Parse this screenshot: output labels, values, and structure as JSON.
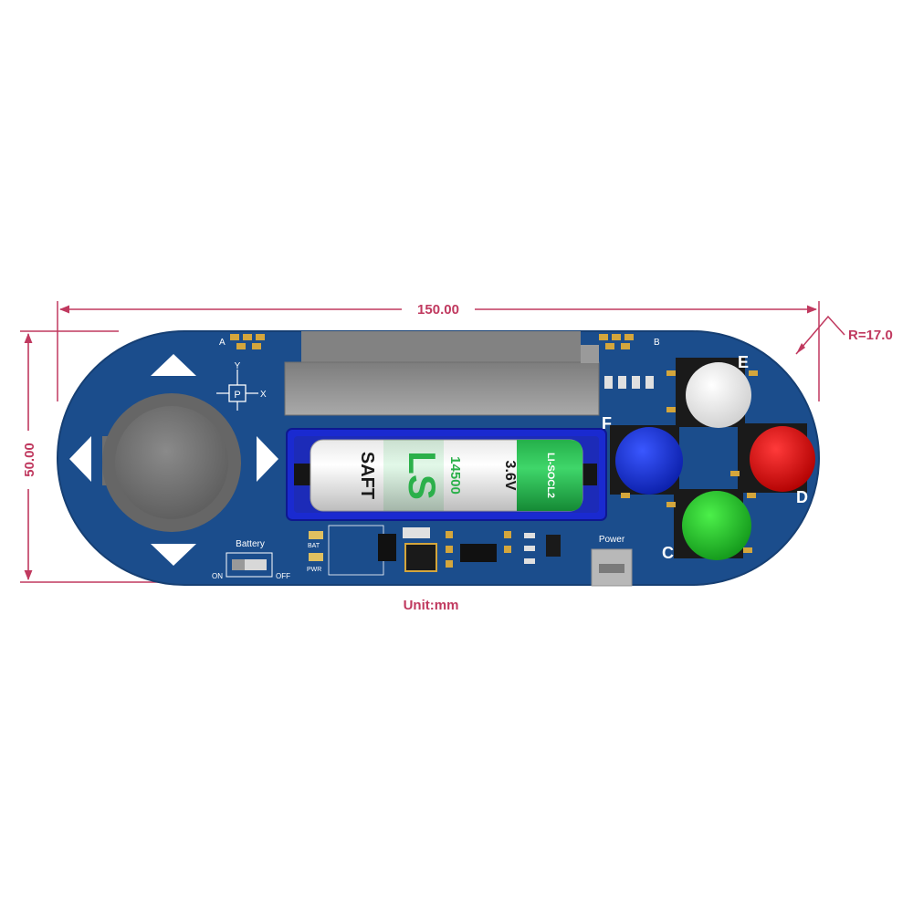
{
  "dimensions": {
    "width_label": "150.00",
    "height_label": "50.00",
    "radius_label": "R=17.0",
    "unit_label": "Unit:mm",
    "dimension_color": "#c0395f"
  },
  "board": {
    "pcb_color": "#1b4d8c",
    "pad_labels": {
      "left": "A",
      "right": "B"
    },
    "axis": {
      "y": "Y",
      "x": "X",
      "p": "P"
    },
    "battery_switch": {
      "title": "Battery",
      "on": "ON",
      "off": "OFF"
    },
    "led_labels": {
      "bat": "BAT",
      "pwr": "PWR"
    },
    "power_label": "Power",
    "battery_cell": {
      "brand": "SAFT",
      "model": "LS",
      "size": "14500",
      "voltage": "3.6V",
      "chemistry": "LI-SOCL2"
    },
    "buttons": [
      {
        "label": "E",
        "color": "#f4f4f4"
      },
      {
        "label": "F",
        "color": "#1730d8"
      },
      {
        "label": "D",
        "color": "#e01010"
      },
      {
        "label": "C",
        "color": "#22c51f"
      }
    ]
  }
}
